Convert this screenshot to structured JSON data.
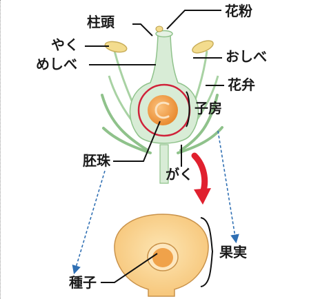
{
  "labels": {
    "stigma": "柱頭",
    "pollen": "花粉",
    "anther": "やく",
    "stamen": "おしべ",
    "pistil": "めしべ",
    "petal": "花弁",
    "ovary": "子房",
    "ovule": "胚珠",
    "sepal": "がく",
    "fruit": "果実",
    "seed": "種子"
  },
  "colors": {
    "stem_green": "#d8ecd6",
    "leaf_green": "#8fc28b",
    "ovary_ring": "#d0223a",
    "ovule_orange": "#ee9a3c",
    "fruit_yellow": "#f8cf84",
    "seed_orange": "#f0a24a",
    "arrow_red": "#e0202e",
    "dashed_blue": "#2f6fb3",
    "anther_yellow": "#f3dc8e"
  }
}
